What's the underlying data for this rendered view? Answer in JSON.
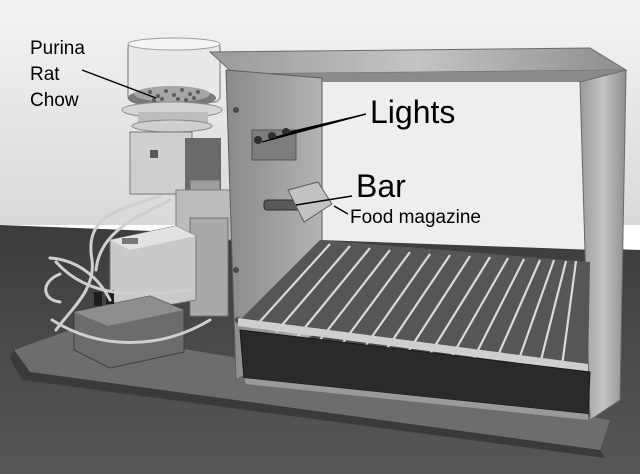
{
  "image": {
    "style": "grayscale photograph",
    "colors": {
      "background": "#ffffff",
      "table": "#474747",
      "metal": "#a8a8a8",
      "label": "#000000"
    }
  },
  "labels": {
    "chow": [
      "Purina",
      "Rat",
      "Chow"
    ],
    "lights": "Lights",
    "bar": "Bar",
    "food_magazine": "Food magazine"
  }
}
